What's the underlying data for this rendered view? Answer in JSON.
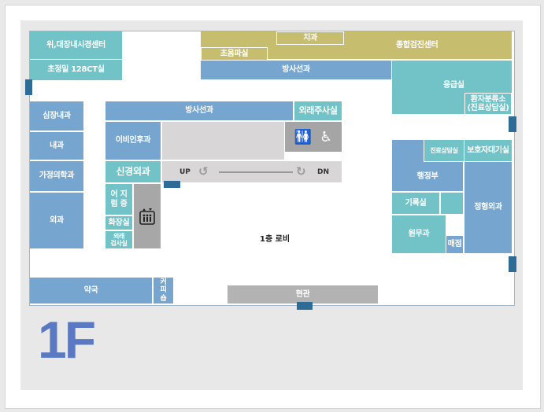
{
  "floor": "1F",
  "rooms": {
    "internal_cardiology_center": "위,대장내시경센터",
    "ultrasound_ct": "초정밀 128CT실",
    "dental": "치과",
    "ultrasound": "초음파실",
    "health_screening": "종합검진센터",
    "radiology_top": "방사선과",
    "emergency": "응급실",
    "patient_triage": "환자분류소",
    "patient_triage_sub": "(진료상담실)",
    "cardiology": "심장내과",
    "internal_medicine": "내과",
    "family_medicine": "가정의학과",
    "surgery": "외과",
    "radiology_mid": "방사선과",
    "injection_room": "외래주사실",
    "ent": "이비인후과",
    "neurosurgery": "신경외과",
    "dizziness_1": "어 지",
    "dizziness_2": "럼 증",
    "restroom": "화장실",
    "outpatient_exam_1": "외래",
    "outpatient_exam_2": "검사실",
    "consult_room": "진료상담실",
    "guardian_waiting": "보호자대기실",
    "administration": "행정부",
    "records": "기록실",
    "orthopedics": "정형외과",
    "admin_office": "원무과",
    "store": "매점",
    "pharmacy": "약국",
    "coffee_1": "커",
    "coffee_2": "피",
    "coffee_3": "숍",
    "entrance": "현관"
  },
  "labels": {
    "lobby": "1층 로비",
    "up": "UP",
    "dn": "DN"
  },
  "icons": [
    "restroom-icon",
    "wheelchair-icon",
    "elevator-icon",
    "up-arrow-icon",
    "down-arrow-icon"
  ],
  "colors": {
    "blue": "#76a5cf",
    "teal": "#72c3c8",
    "olive": "#c7bd6e",
    "gray": "#b3b3b3",
    "door": "#2e6b97",
    "floor_label": "#5b79c2"
  }
}
